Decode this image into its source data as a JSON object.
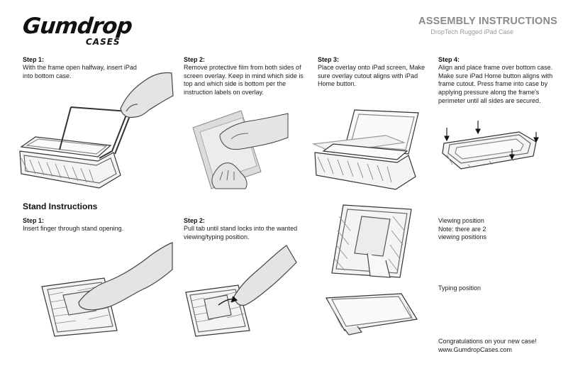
{
  "brand": {
    "name": "Gumdrop",
    "sub": "CASES"
  },
  "header": {
    "title": "ASSEMBLY INSTRUCTIONS",
    "subtitle": "DropTech Rugged iPad Case"
  },
  "assembly": {
    "step1": {
      "heading": "Step 1:",
      "lines": [
        "With the frame open halfway, insert iPad",
        "into bottom case."
      ]
    },
    "step2": {
      "heading": "Step 2:",
      "lines": [
        "Remove protective film from both sides of",
        "screen overlay. Keep in mind which side is",
        "top and which side is bottom per the",
        "instruction labels on overlay."
      ]
    },
    "step3": {
      "heading": "Step 3:",
      "lines": [
        "Place overlay onto iPad screen, Make",
        "sure overlay cutout aligns with iPad",
        "Home button."
      ]
    },
    "step4": {
      "heading": "Step 4:",
      "lines": [
        "Align and place frame over bottom case.",
        "Make sure iPad Home button aligns with",
        "frame cutout. Press frame into case by",
        "applying pressure along the frame's",
        "perimeter until all sides are secured."
      ]
    }
  },
  "stand": {
    "title": "Stand Instructions",
    "step1": {
      "heading": "Step 1:",
      "lines": [
        "Insert finger through stand opening."
      ]
    },
    "step2": {
      "heading": "Step 2:",
      "lines": [
        "Pull tab until stand locks into the wanted",
        "viewing/typing position."
      ]
    },
    "viewing": {
      "lines": [
        "Viewing position",
        "Note: there are 2",
        "viewing positions"
      ]
    },
    "typing": "Typing position"
  },
  "footer": {
    "lines": [
      "Congratulations on your new case!",
      "www.GumdropCases.com"
    ]
  },
  "colors": {
    "text": "#1c1c1c",
    "title_gray": "#8a8a8a",
    "line": "#333333",
    "skin": "#e4e4e4"
  }
}
